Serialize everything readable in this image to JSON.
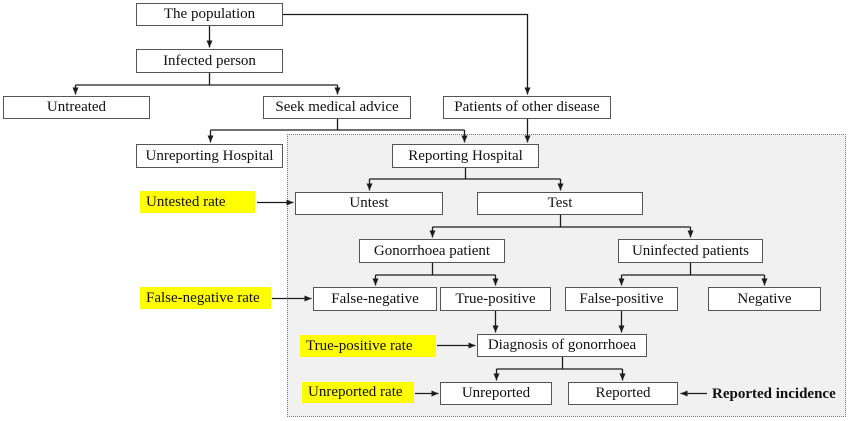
{
  "diagram": {
    "title_hint": "Flowchart of gonorrhoea case reporting from the population to reported incidence",
    "nodes": {
      "population": "The population",
      "infected": "Infected person",
      "untreated": "Untreated",
      "seek_advice": "Seek medical advice",
      "patients_other": "Patients of other disease",
      "unreporting_hospital": "Unreporting Hospital",
      "reporting_hospital": "Reporting Hospital",
      "untest": "Untest",
      "test": "Test",
      "gonorrhoea_patient": "Gonorrhoea patient",
      "uninfected_patients": "Uninfected patients",
      "false_negative": "False-negative",
      "true_positive": "True-positive",
      "false_positive": "False-positive",
      "negative": "Negative",
      "diagnosis": "Diagnosis of gonorrhoea",
      "unreported": "Unreported",
      "reported": "Reported"
    },
    "rate_labels": {
      "untested_rate": "Untested rate",
      "false_negative_rate": "False-negative rate",
      "true_positive_rate": "True-positive rate",
      "unreported_rate": "Unreported rate"
    },
    "annotations": {
      "reported_incidence": "Reported incidence"
    },
    "colors": {
      "highlight": "#ffff00",
      "region_fill": "#f1f1f1",
      "box_border": "#555555",
      "line": "#1c1c1c"
    }
  }
}
